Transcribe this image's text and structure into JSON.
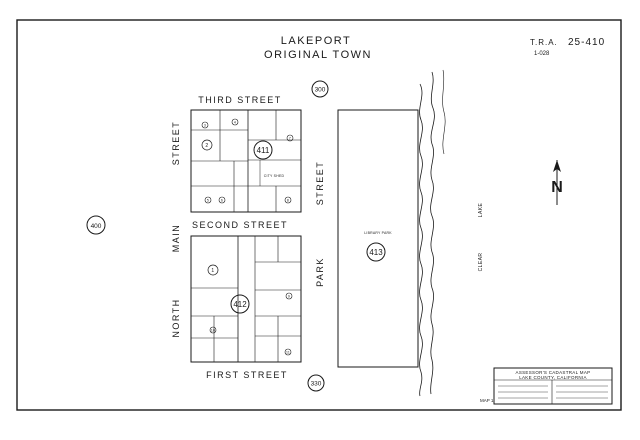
{
  "header": {
    "city": "LAKEPORT",
    "subtitle": "ORIGINAL TOWN",
    "tra_label": "T.R.A.",
    "tra_code": "1-028",
    "map_number": "25-410"
  },
  "streets": {
    "third": "THIRD  STREET",
    "second": "SECOND  STREET",
    "first": "FIRST  STREET",
    "main_top": "STREET",
    "main_mid": "MAIN",
    "north": "NORTH",
    "park_top": "STREET",
    "park_bottom": "PARK",
    "lake": "LAKE",
    "clear": "CLEAR"
  },
  "page_refs": {
    "top": "300",
    "left": "400",
    "bottom": "330"
  },
  "blocks": {
    "b411": "411",
    "b412": "412",
    "b413": "413",
    "library_park": "LIBRARY PARK",
    "city_shed": "CITY SHED"
  },
  "parcels": [
    "1",
    "2",
    "3",
    "4",
    "5",
    "6",
    "7",
    "8",
    "9",
    "10",
    "11"
  ],
  "north_arrow": {
    "label": "N"
  },
  "legend": {
    "title": "ASSESSOR'S CADASTRAL MAP",
    "county": "LAKE COUNTY, CALIFORNIA"
  },
  "sheet": "MAP 1"
}
